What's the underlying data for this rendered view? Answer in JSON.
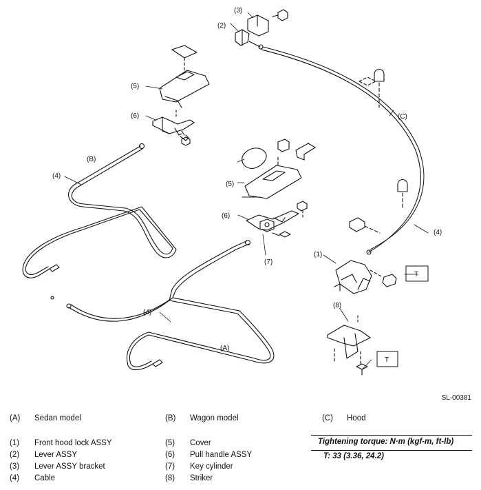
{
  "diagram_labels": {
    "n3": "(3)",
    "n2": "(2)",
    "C": "(C)",
    "n5a": "(5)",
    "n6a": "(6)",
    "B": "(B)",
    "n4a": "(4)",
    "n5b": "(5)",
    "n6b": "(6)",
    "n7": "(7)",
    "n4b": "(4)",
    "n1": "(1)",
    "n8": "(8)",
    "n4c": "(4)",
    "A": "(A)",
    "T1": "T",
    "T2": "T"
  },
  "ref_code": "SL-00381",
  "legend": {
    "row0": [
      {
        "key": "(A)",
        "text": "Sedan model"
      },
      {
        "key": "(B)",
        "text": "Wagon model"
      },
      {
        "key": "(C)",
        "text": "Hood"
      }
    ],
    "col1": [
      {
        "key": "(1)",
        "text": "Front hood lock ASSY"
      },
      {
        "key": "(2)",
        "text": "Lever ASSY"
      },
      {
        "key": "(3)",
        "text": "Lever ASSY bracket"
      },
      {
        "key": "(4)",
        "text": "Cable"
      }
    ],
    "col2": [
      {
        "key": "(5)",
        "text": "Cover"
      },
      {
        "key": "(6)",
        "text": "Pull handle ASSY"
      },
      {
        "key": "(7)",
        "text": "Key cylinder"
      },
      {
        "key": "(8)",
        "text": "Striker"
      }
    ]
  },
  "torque": {
    "title": "Tightening torque: N·m (kgf-m, ft-lb)",
    "value": "T:   33 (3.36, 24.2)"
  }
}
